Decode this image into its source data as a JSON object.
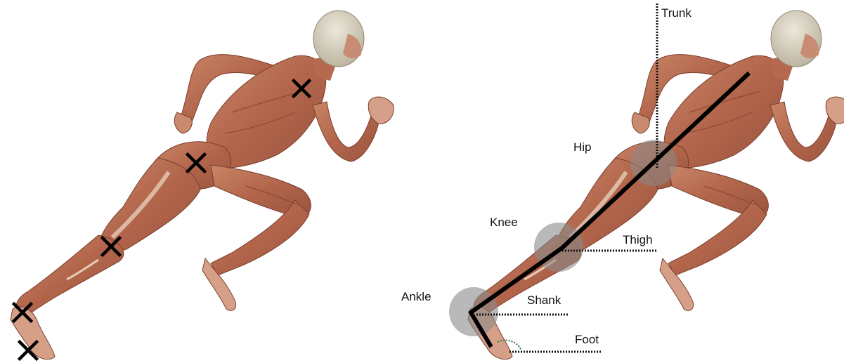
{
  "figure": {
    "left_panel": {
      "markers": [
        "shoulder-marker",
        "hip-marker",
        "knee-marker",
        "ankle-marker",
        "toe-marker"
      ]
    },
    "right_panel": {
      "joint_labels": {
        "hip": "Hip",
        "knee": "Knee",
        "ankle": "Ankle"
      },
      "segment_labels": {
        "trunk": "Trunk",
        "thigh": "Thigh",
        "shank": "Shank",
        "foot": "Foot"
      }
    },
    "colors": {
      "skin_muscle": "#b9735a",
      "muscle_dark": "#8c4a36",
      "tendon": "#e6cdb8",
      "head": "#d9d2c0",
      "joint_circle": "#8a8a8a",
      "stick_line": "#000000"
    }
  }
}
